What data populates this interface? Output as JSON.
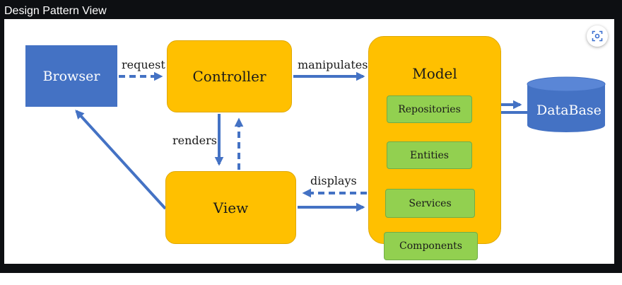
{
  "window": {
    "title": "Design Pattern View"
  },
  "toolbar": {
    "zoom_icon": "zoom-to-fit-icon"
  },
  "diagram": {
    "nodes": {
      "browser": "Browser",
      "controller": "Controller",
      "view": "View",
      "model": "Model",
      "database": "DataBase"
    },
    "model_items": [
      "Repositories",
      "Entities",
      "Services",
      "Components"
    ],
    "edges": {
      "request": "request",
      "manipulates": "manipulates",
      "renders": "renders",
      "displays": "displays"
    },
    "colors": {
      "browser_fill": "#4472c4",
      "database_fill": "#4472c4",
      "box_fill": "#ffc000",
      "item_fill": "#92d050",
      "arrow": "#4472c4"
    }
  }
}
